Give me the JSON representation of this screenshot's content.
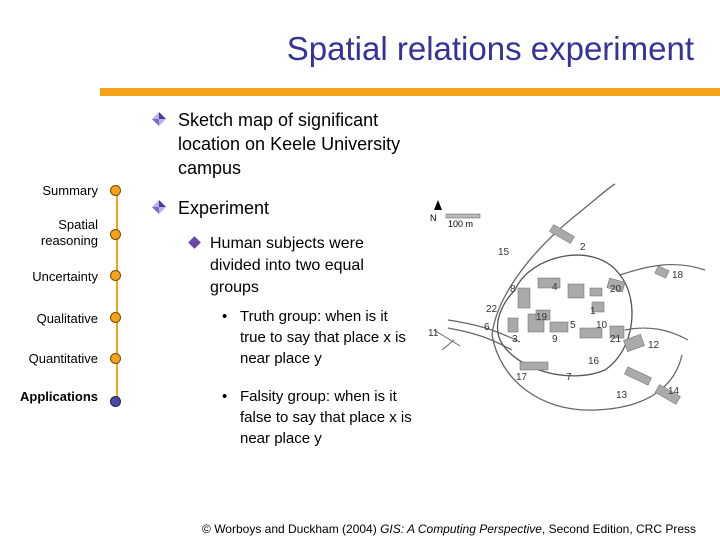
{
  "title": "Spatial relations experiment",
  "nav": {
    "items": [
      "Summary",
      "Spatial reasoning",
      "Uncertainty",
      "Qualitative",
      "Quantitative",
      "Applications"
    ],
    "active": "Applications"
  },
  "content": {
    "bullet1": "Sketch map of significant location on Keele University campus",
    "bullet2": "Experiment",
    "sub1": "Human subjects were divided into two equal groups",
    "subsub1": "Truth group: when is it true to say that place x is near place y",
    "subsub2": "Falsity group: when is it false to say that place x is near place y"
  },
  "map": {
    "north_label": "N",
    "scale_label": "100 m",
    "place_numbers": [
      "15",
      "2",
      "18",
      "8",
      "4",
      "20",
      "22",
      "19",
      "1",
      "5",
      "12",
      "6",
      "3",
      "9",
      "21",
      "16",
      "11",
      "17",
      "7",
      "13",
      "14",
      "10"
    ]
  },
  "footer": {
    "copyright": "©",
    "authors": " Worboys and Duckham (2004) ",
    "book": "GIS: A Computing Perspective",
    "rest": ", Second Edition, CRC Press"
  },
  "colors": {
    "title": "#333399",
    "accent": "#f5a31a",
    "bullet": "#6a4aa6"
  }
}
